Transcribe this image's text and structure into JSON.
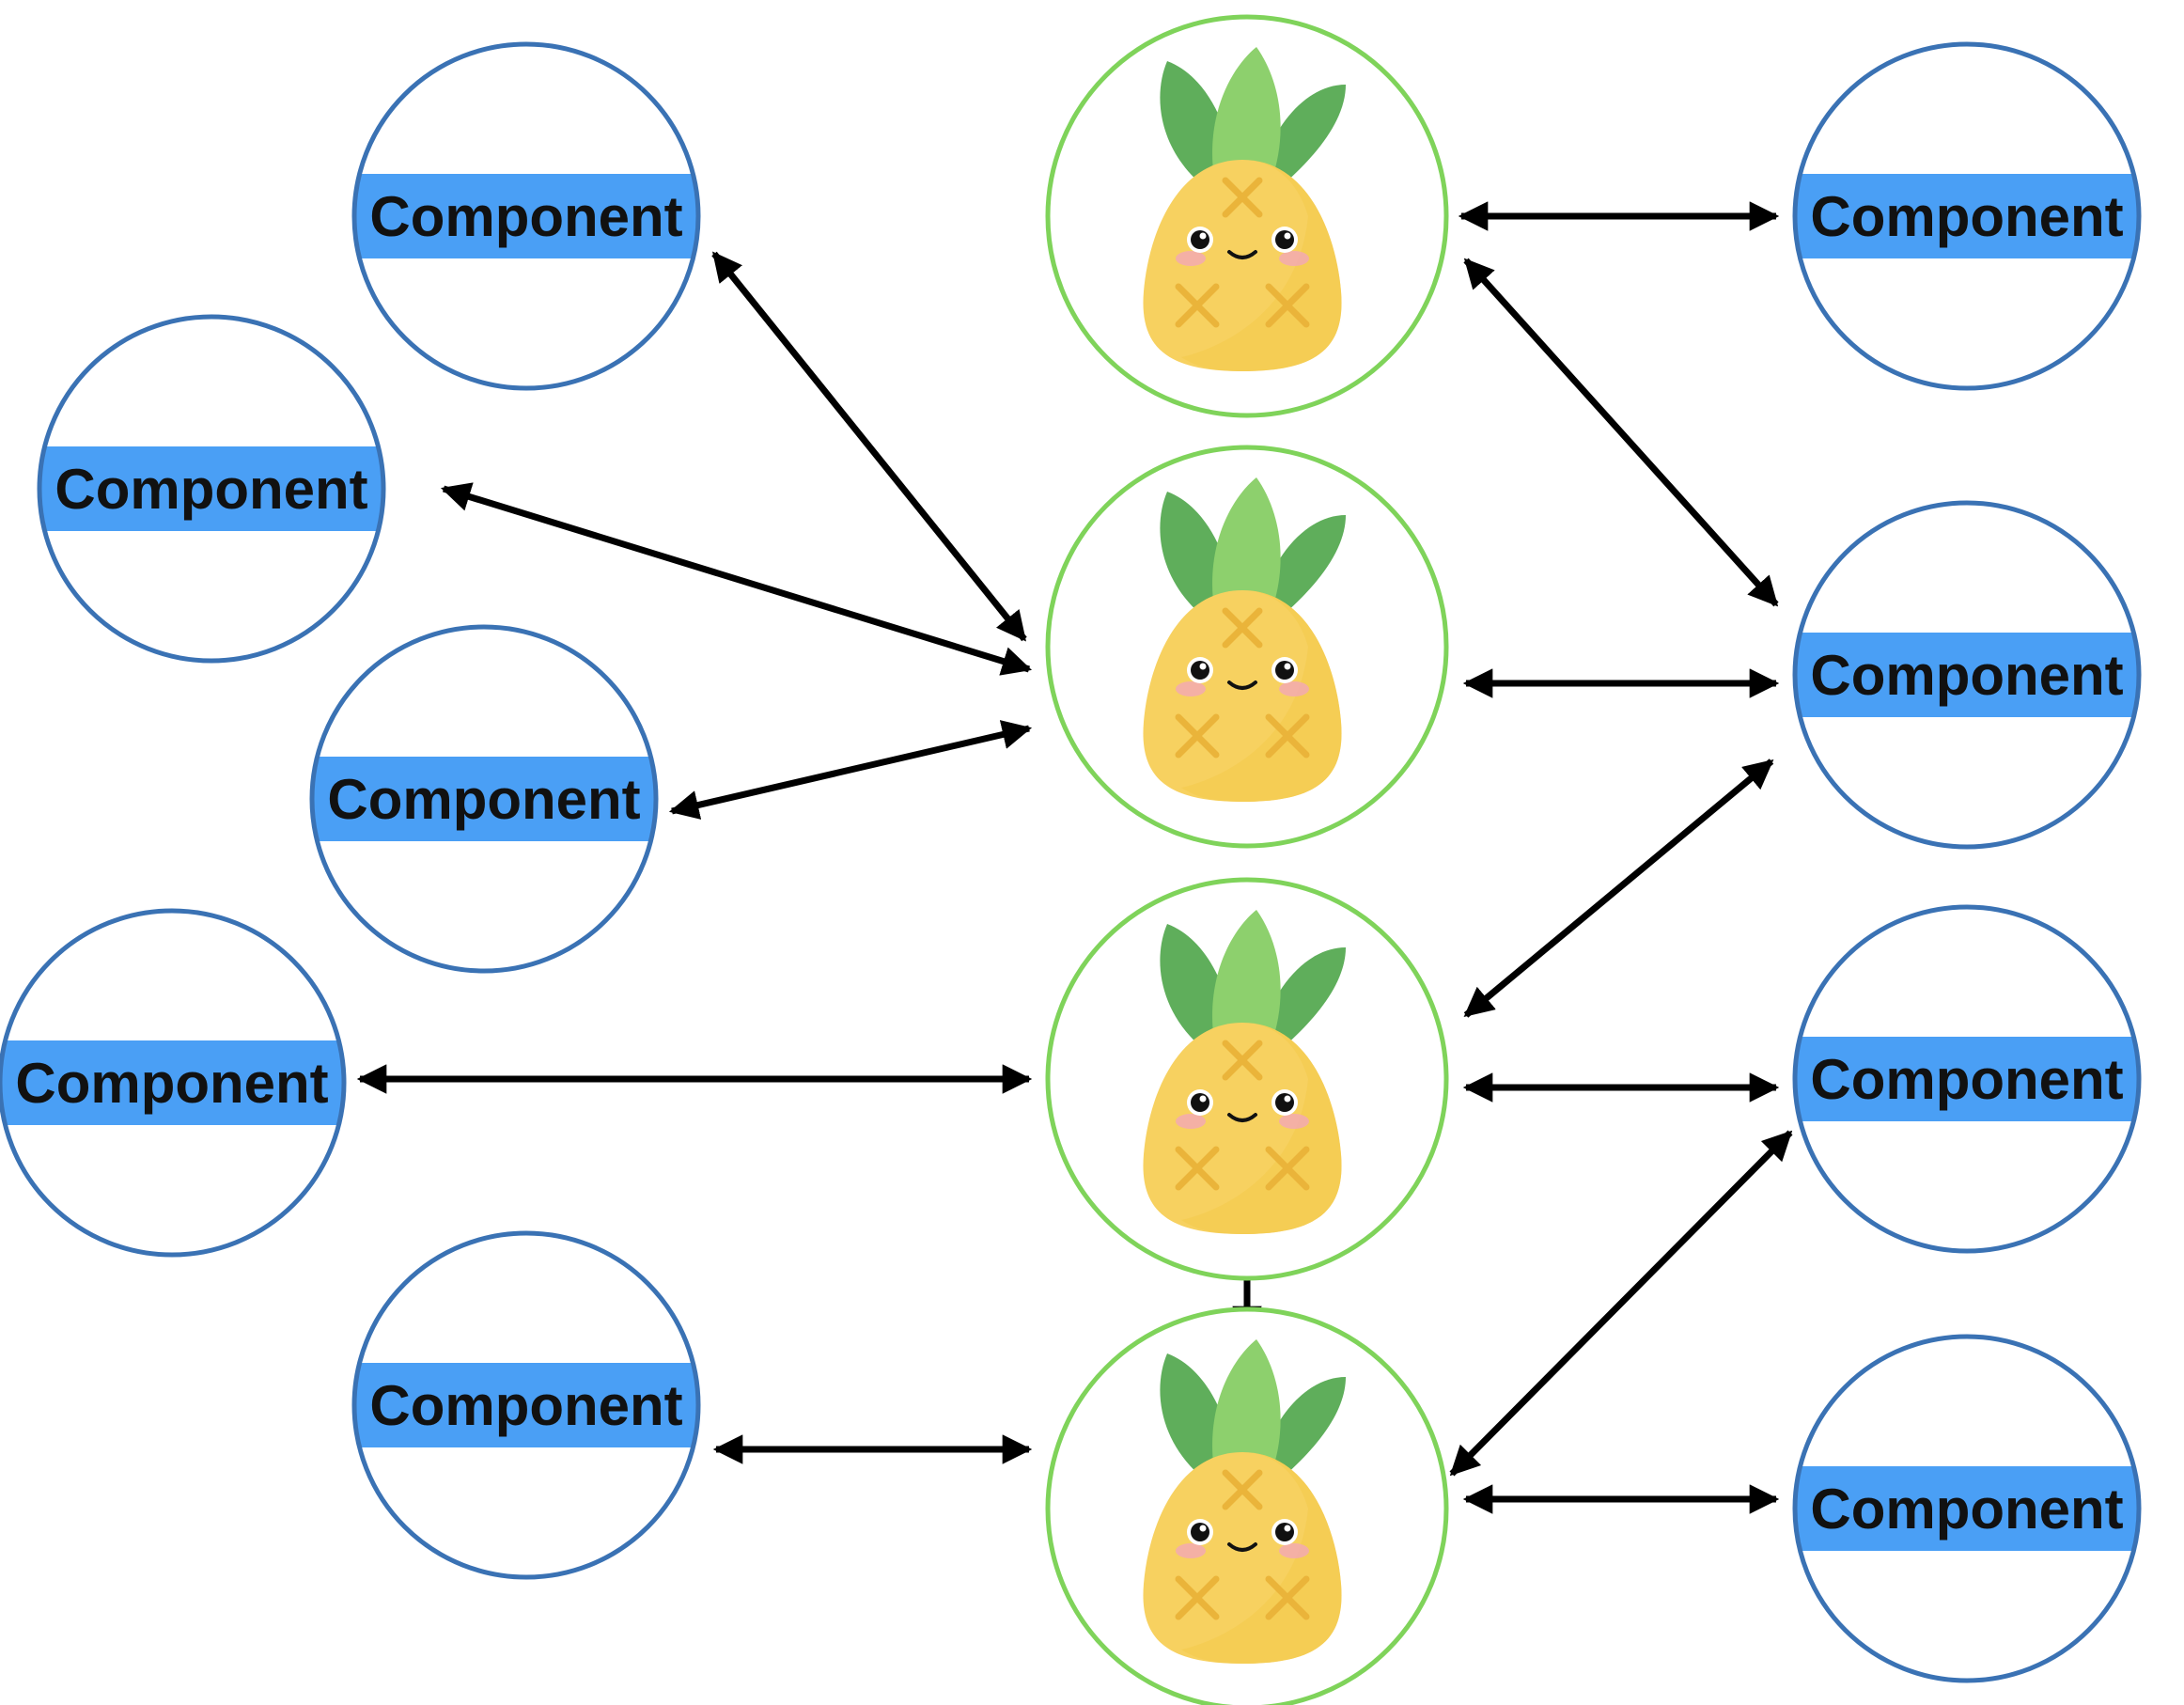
{
  "diagram": {
    "colors": {
      "component_stroke": "#3a72b4",
      "component_band": "#4a9ff5",
      "hub_stroke": "#7fd35a",
      "arrow": "#000000"
    },
    "components": [
      {
        "id": "c1",
        "label": "Component"
      },
      {
        "id": "c2",
        "label": "Component"
      },
      {
        "id": "c3",
        "label": "Component"
      },
      {
        "id": "c4",
        "label": "Component"
      },
      {
        "id": "c5",
        "label": "Component"
      },
      {
        "id": "c6",
        "label": "Component"
      },
      {
        "id": "c7",
        "label": "Component"
      },
      {
        "id": "c8",
        "label": "Component"
      },
      {
        "id": "c9",
        "label": "Component"
      }
    ],
    "hubs": [
      {
        "id": "h1",
        "icon": "pineapple-icon"
      },
      {
        "id": "h2",
        "icon": "pineapple-icon"
      },
      {
        "id": "h3",
        "icon": "pineapple-icon"
      },
      {
        "id": "h4",
        "icon": "pineapple-icon"
      }
    ],
    "connections": [
      {
        "from": "c1",
        "to": "h2",
        "direction": "bidirectional"
      },
      {
        "from": "c2",
        "to": "h2",
        "direction": "bidirectional"
      },
      {
        "from": "c3",
        "to": "h2",
        "direction": "bidirectional"
      },
      {
        "from": "c4",
        "to": "h3",
        "direction": "bidirectional"
      },
      {
        "from": "c5",
        "to": "h4",
        "direction": "bidirectional"
      },
      {
        "from": "h1",
        "to": "c6",
        "direction": "bidirectional"
      },
      {
        "from": "h1",
        "to": "c7",
        "direction": "bidirectional"
      },
      {
        "from": "h2",
        "to": "c7",
        "direction": "bidirectional"
      },
      {
        "from": "h3",
        "to": "c7",
        "direction": "bidirectional"
      },
      {
        "from": "h3",
        "to": "c8",
        "direction": "bidirectional"
      },
      {
        "from": "h4",
        "to": "c8",
        "direction": "bidirectional"
      },
      {
        "from": "h4",
        "to": "c9",
        "direction": "bidirectional"
      },
      {
        "from": "h3",
        "to": "h4",
        "direction": "bidirectional"
      }
    ]
  }
}
